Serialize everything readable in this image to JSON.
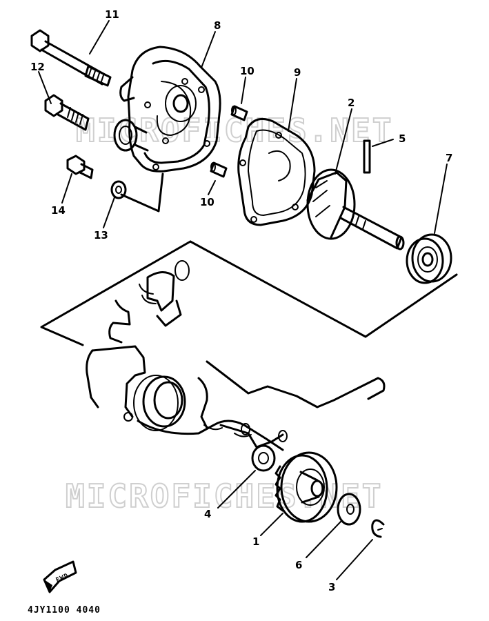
{
  "watermark": "MICROFICHES.NET",
  "part_code": "4JY1100 4040",
  "front_badge": "FWD",
  "callouts": {
    "c1": "1",
    "c2": "2",
    "c3": "3",
    "c4": "4",
    "c5": "5",
    "c6": "6",
    "c7": "7",
    "c8": "8",
    "c9": "9",
    "c10a": "10",
    "c10b": "10",
    "c11": "11",
    "c12": "12",
    "c13": "13",
    "c14": "14"
  }
}
